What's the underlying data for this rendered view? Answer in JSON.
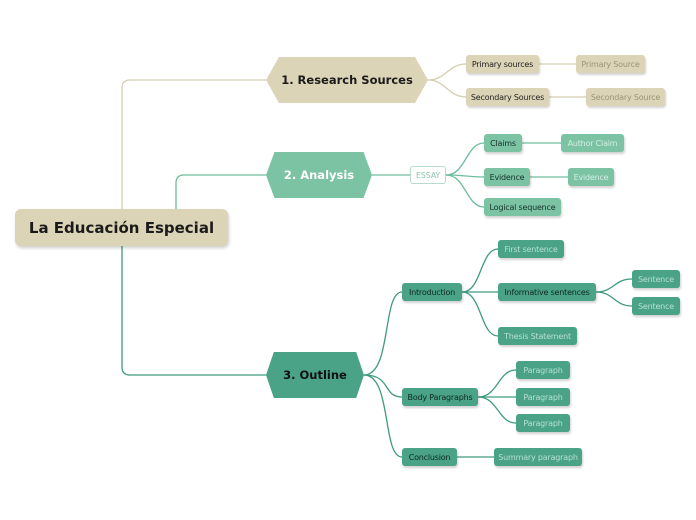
{
  "colors": {
    "tan": "#dcd4b6",
    "light_green": "#7cc3a4",
    "dark_green": "#4aa287",
    "tan_line": "#d6cdb0",
    "light_line": "#6fbd9c",
    "dark_line": "#3f9a7e"
  },
  "root": {
    "label": "La Educación Especial"
  },
  "branches": {
    "research": {
      "label": "1. Research Sources",
      "primary": {
        "label": "Primary sources",
        "child": "Primary Source"
      },
      "secondary": {
        "label": "Secondary Sources",
        "child": "Secondary Source"
      }
    },
    "analysis": {
      "label": "2. Analysis",
      "essay": "ESSAY",
      "claims": {
        "label": "Claims",
        "child": "Author Claim"
      },
      "evidence": {
        "label": "Evidence",
        "child": "Evidence"
      },
      "logical": {
        "label": "Logical sequence"
      }
    },
    "outline": {
      "label": "3. Outline",
      "introduction": {
        "label": "Introduction",
        "first": "First sentence",
        "informative": {
          "label": "Informative sentences",
          "children": [
            "Sentence",
            "Sentence"
          ]
        },
        "thesis": "Thesis Statement"
      },
      "body": {
        "label": "Body Paragraphs",
        "children": [
          "Paragraph",
          "Paragraph",
          "Paragraph"
        ]
      },
      "conclusion": {
        "label": "Conclusion",
        "child": "Summary paragraph"
      }
    }
  }
}
